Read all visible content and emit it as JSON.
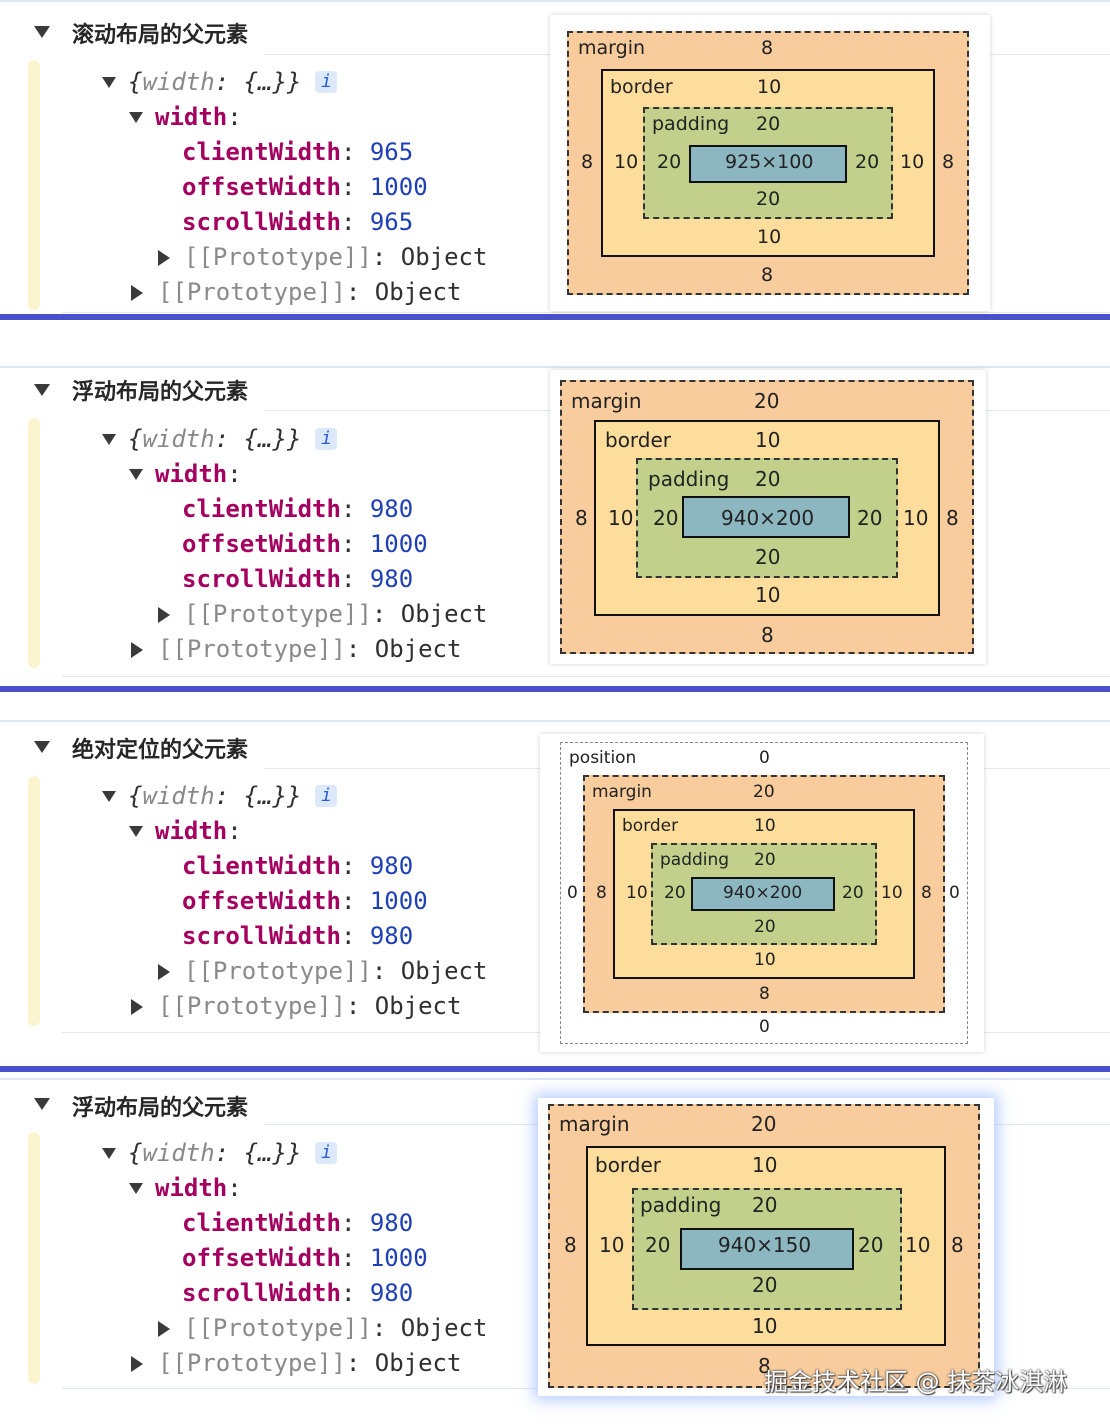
{
  "groups": [
    {
      "title": "滚动布局的父元素",
      "obj_open": "{",
      "obj_key": "width",
      "obj_mid": ": {…}}",
      "info_badge": "i",
      "width_key": "width",
      "props": [
        {
          "key": "clientWidth",
          "value": "965"
        },
        {
          "key": "offsetWidth",
          "value": "1000"
        },
        {
          "key": "scrollWidth",
          "value": "965"
        }
      ],
      "proto_key": "[[Prototype]]",
      "proto_value": "Object",
      "box": {
        "margin_label": "margin",
        "margin_top": "8",
        "margin_bottom": "8",
        "margin_left": "8",
        "margin_right": "8",
        "border_label": "border",
        "border_top": "10",
        "border_bottom": "10",
        "border_left": "10",
        "border_right": "10",
        "padding_label": "padding",
        "padding_top": "20",
        "padding_bottom": "20",
        "padding_left": "20",
        "padding_right": "20",
        "content": "925×100"
      }
    },
    {
      "title": "浮动布局的父元素",
      "obj_open": "{",
      "obj_key": "width",
      "obj_mid": ": {…}}",
      "info_badge": "i",
      "width_key": "width",
      "props": [
        {
          "key": "clientWidth",
          "value": "980"
        },
        {
          "key": "offsetWidth",
          "value": "1000"
        },
        {
          "key": "scrollWidth",
          "value": "980"
        }
      ],
      "proto_key": "[[Prototype]]",
      "proto_value": "Object",
      "box": {
        "margin_label": "margin",
        "margin_top": "20",
        "margin_bottom": "8",
        "margin_left": "8",
        "margin_right": "8",
        "border_label": "border",
        "border_top": "10",
        "border_bottom": "10",
        "border_left": "10",
        "border_right": "10",
        "padding_label": "padding",
        "padding_top": "20",
        "padding_bottom": "20",
        "padding_left": "20",
        "padding_right": "20",
        "content": "940×200"
      }
    },
    {
      "title": "绝对定位的父元素",
      "obj_open": "{",
      "obj_key": "width",
      "obj_mid": ": {…}}",
      "info_badge": "i",
      "width_key": "width",
      "props": [
        {
          "key": "clientWidth",
          "value": "980"
        },
        {
          "key": "offsetWidth",
          "value": "1000"
        },
        {
          "key": "scrollWidth",
          "value": "980"
        }
      ],
      "proto_key": "[[Prototype]]",
      "proto_value": "Object",
      "box": {
        "position_label": "position",
        "position_top": "0",
        "position_bottom": "0",
        "position_left": "0",
        "position_right": "0",
        "margin_label": "margin",
        "margin_top": "20",
        "margin_bottom": "8",
        "margin_left": "8",
        "margin_right": "8",
        "border_label": "border",
        "border_top": "10",
        "border_bottom": "10",
        "border_left": "10",
        "border_right": "10",
        "padding_label": "padding",
        "padding_top": "20",
        "padding_bottom": "20",
        "padding_left": "20",
        "padding_right": "20",
        "content": "940×200"
      }
    },
    {
      "title": "浮动布局的父元素",
      "obj_open": "{",
      "obj_key": "width",
      "obj_mid": ": {…}}",
      "info_badge": "i",
      "width_key": "width",
      "props": [
        {
          "key": "clientWidth",
          "value": "980"
        },
        {
          "key": "offsetWidth",
          "value": "1000"
        },
        {
          "key": "scrollWidth",
          "value": "980"
        }
      ],
      "proto_key": "[[Prototype]]",
      "proto_value": "Object",
      "box": {
        "margin_label": "margin",
        "margin_top": "20",
        "margin_bottom": "8",
        "margin_left": "8",
        "margin_right": "8",
        "border_label": "border",
        "border_top": "10",
        "border_bottom": "10",
        "border_left": "10",
        "border_right": "10",
        "padding_label": "padding",
        "padding_top": "20",
        "padding_bottom": "20",
        "padding_left": "20",
        "padding_right": "20",
        "content": "940×150"
      }
    }
  ],
  "watermark": "掘金技术社区 @ 抹茶冰淇淋",
  "colors": {
    "divider": "#4a4fcc",
    "margin": "#f9cc9d",
    "border": "#fddd9b",
    "padding": "#c3d08b",
    "content": "#8cb6c0",
    "property_key": "#a3005f",
    "number": "#1e3fb5"
  }
}
